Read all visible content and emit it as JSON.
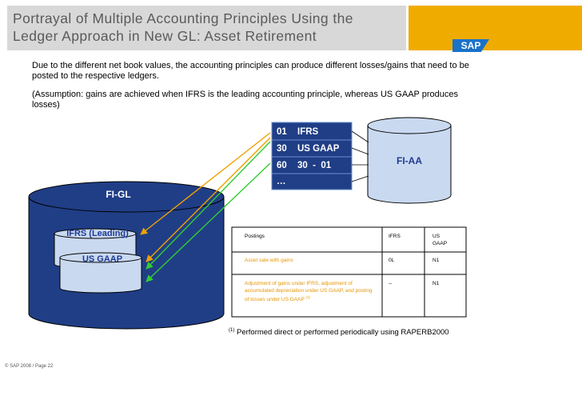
{
  "title": {
    "line1": "Portrayal of Multiple Accounting Principles Using the",
    "line2": "Ledger Approach in New GL: Asset Retirement"
  },
  "logo": {
    "text": "SAP"
  },
  "intro": {
    "paragraph1": "Due to the different net book values, the accounting principles can produce different losses/gains that need to be posted to the respective ledgers.",
    "paragraph2": "(Assumption: gains are achieved when IFRS is the leading accounting principle, whereas US GAAP produces losses)"
  },
  "fi_gl": {
    "label": "FI-GL",
    "ifrs_ledger": "IFRS (Leading)",
    "usgaap_ledger": "US GAAP"
  },
  "fi_aa": {
    "label": "FI-AA",
    "areas": [
      {
        "code": "01",
        "name": "IFRS"
      },
      {
        "code": "30",
        "name": "US GAAP"
      },
      {
        "code": "60",
        "name": "30  -  01"
      },
      {
        "code": "…",
        "name": ""
      }
    ]
  },
  "table": {
    "headers": [
      "Postings",
      "IFRS",
      "US GAAP"
    ],
    "rows": [
      {
        "posting": "Asset sale with gains",
        "ifrs": "0L",
        "usgaap": "N1"
      },
      {
        "posting": "Adjustment of gains under IFRS, adjustment of accumulated depreciation under US GAAP, and posting of losses under US GAAP",
        "footnote_mark": "(1)",
        "ifrs": "--",
        "usgaap": "N1"
      }
    ]
  },
  "footnote": {
    "mark": "(1)",
    "text": "Performed direct or performed periodically using RAPERB2000"
  },
  "footer": "© SAP 2008 / Page 22",
  "colors": {
    "blue_dark": "#203e86",
    "blue_light": "#c9d9f0",
    "orange_arrow": "#f0a000",
    "green_arrow": "#33cc33",
    "title_band": "#d8d8d8",
    "sap_band": "#f0ab00"
  }
}
